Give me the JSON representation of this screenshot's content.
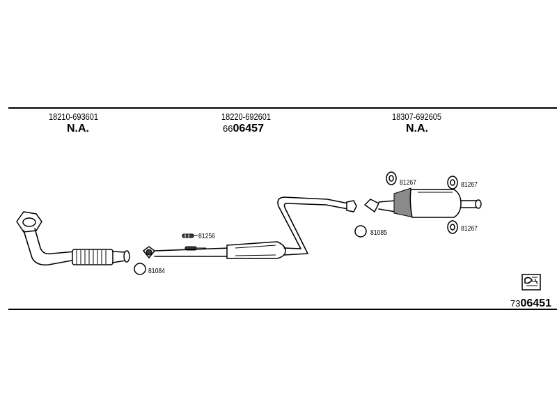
{
  "sections": [
    {
      "part_number": "18210-693601",
      "status": "N.A."
    },
    {
      "part_number": "18220-692601",
      "ref_prefix": "66",
      "ref_main": "06457"
    },
    {
      "part_number": "18307-692605",
      "status": "N.A."
    }
  ],
  "callouts": {
    "gasket_front": "81084",
    "clamp_front": "81256",
    "gasket_rear": "81085",
    "hanger_top_left": "81267",
    "hanger_top_right": "81267",
    "hanger_bottom_right": "81267"
  },
  "diagram_ref": {
    "prefix": "73",
    "main": "06451"
  },
  "icons": [
    "hanger-rubber-icon",
    "gasket-ring-icon",
    "catalog-logo-icon"
  ]
}
